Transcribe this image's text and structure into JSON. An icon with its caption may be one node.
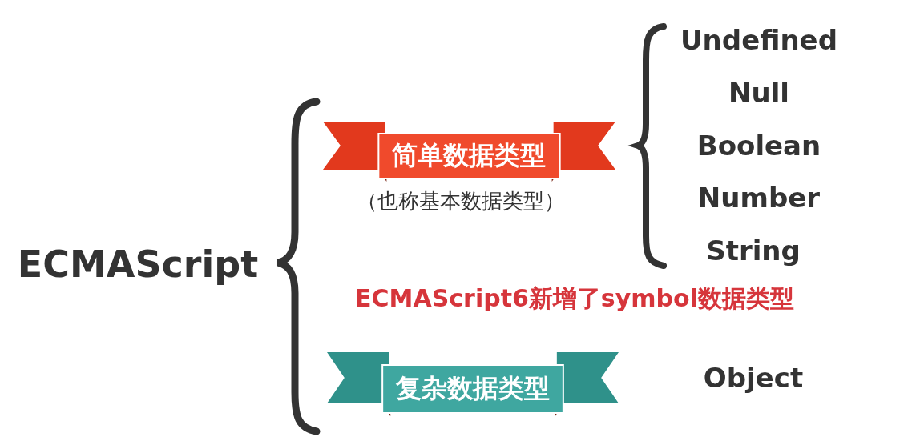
{
  "diagram": {
    "nodes": [
      {
        "text": [
          "简单数据类型"
        ],
        "beside": [
          "（也称基本数据类型）"
        ]
      },
      {
        "text": [
          "复杂数据类型"
        ]
      }
    ],
    "labels": [
      "Undefined",
      "Null",
      "Boolean",
      "Number",
      "String",
      "ECMAScript",
      "ECMAScript6新增了symbol数据类型",
      "Object"
    ]
  }
}
